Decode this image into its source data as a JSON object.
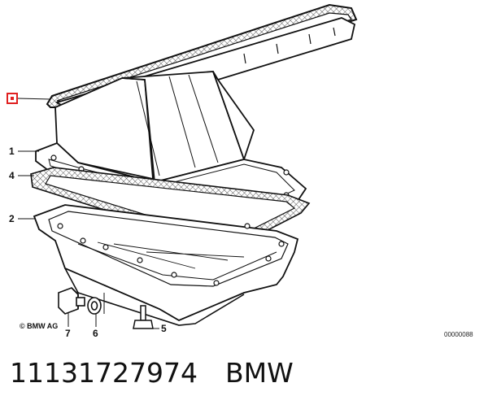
{
  "diagram": {
    "callouts": {
      "highlight_marker": "",
      "item_1": "1",
      "item_4": "4",
      "item_2": "2",
      "item_7": "7",
      "item_6": "6",
      "item_5": "5"
    },
    "copyright": "© BMW AG",
    "image_number": "00000088"
  },
  "caption": {
    "part_number": "11131727974",
    "brand": "BMW"
  },
  "colors": {
    "line": "#111111",
    "highlight": "#e02020"
  }
}
